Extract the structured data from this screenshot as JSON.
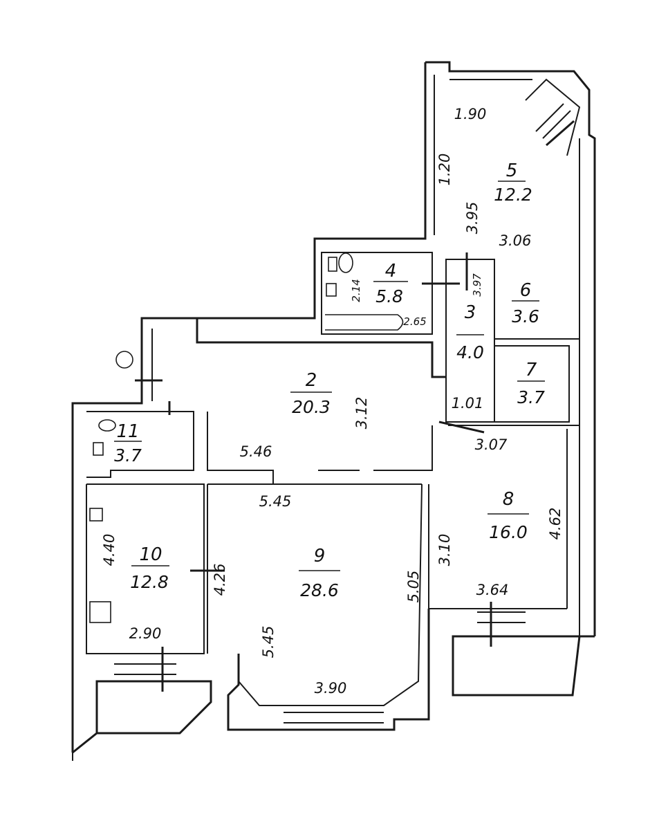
{
  "rooms": [
    {
      "id": "5",
      "number": "5",
      "area": "12.2"
    },
    {
      "id": "4",
      "number": "4",
      "area": "5.8"
    },
    {
      "id": "6",
      "number": "6",
      "area": "3.6"
    },
    {
      "id": "3",
      "number": "3",
      "area": "4.0"
    },
    {
      "id": "2",
      "number": "2",
      "area": "20.3"
    },
    {
      "id": "7",
      "number": "7",
      "area": "3.7"
    },
    {
      "id": "11",
      "number": "11",
      "area": "3.7"
    },
    {
      "id": "8",
      "number": "8",
      "area": "16.0"
    },
    {
      "id": "10",
      "number": "10",
      "area": "12.8"
    },
    {
      "id": "9",
      "number": "9",
      "area": "28.6"
    }
  ],
  "dimensions": {
    "d190": "1.90",
    "d120": "1.20",
    "d395": "3.95",
    "d306": "3.06",
    "d214": "2.14",
    "d265": "2.65",
    "d397": "3.97",
    "d312": "3.12",
    "d101": "1.01",
    "d546": "5.46",
    "d307": "3.07",
    "d545a": "5.45",
    "d440": "4.40",
    "d426": "4.26",
    "d505": "5.05",
    "d310": "3.10",
    "d462": "4.62",
    "d364": "3.64",
    "d290": "2.90",
    "d545b": "5.45",
    "d390": "3.90"
  }
}
